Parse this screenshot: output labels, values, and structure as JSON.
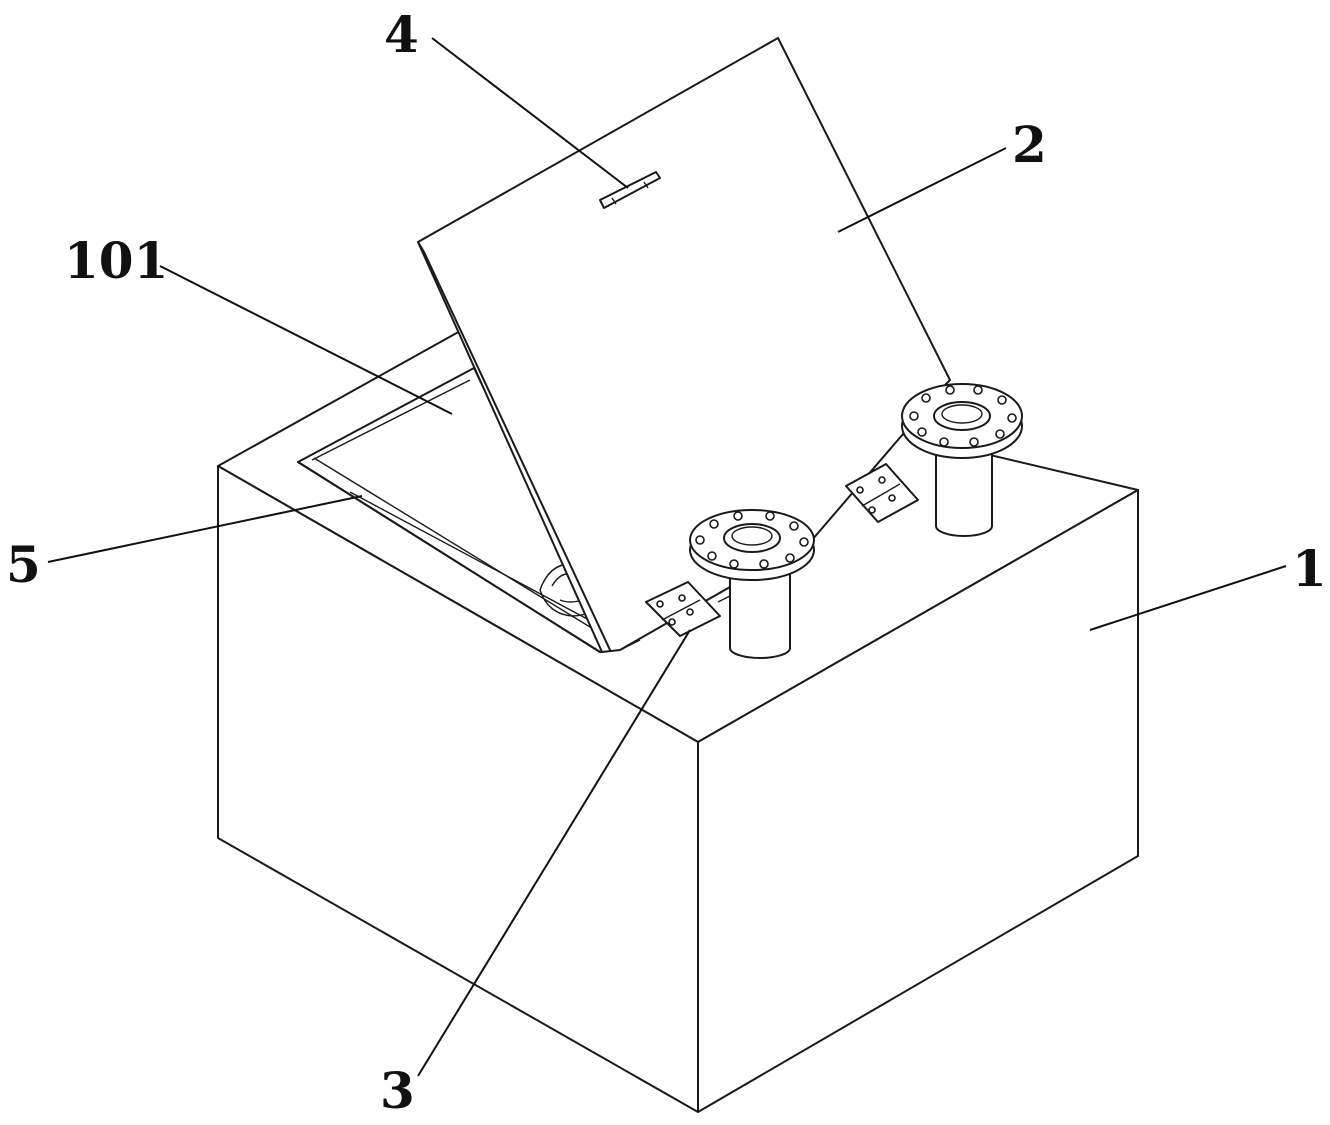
{
  "callouts": {
    "part_1": "1",
    "part_2": "2",
    "part_3": "3",
    "part_4": "4",
    "part_5": "5",
    "part_101": "101"
  },
  "colors": {
    "line": "#1a1a1a",
    "background": "#ffffff"
  }
}
